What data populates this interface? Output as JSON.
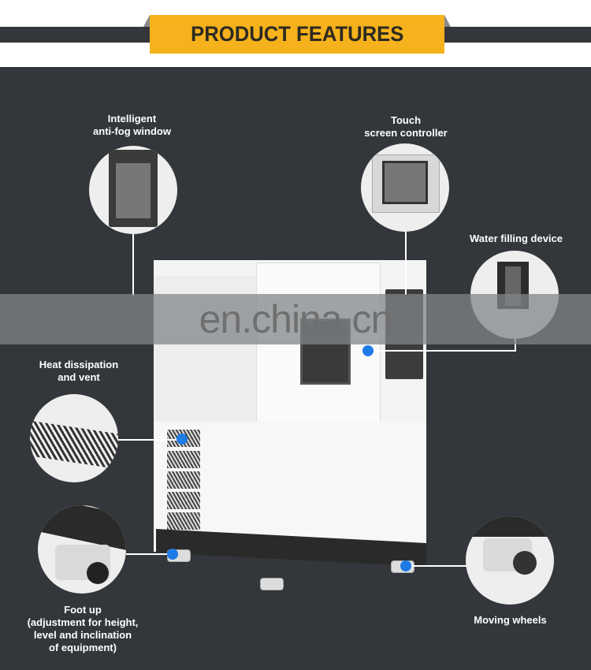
{
  "header": {
    "title": "PRODUCT FEATURES",
    "accent_color": "#f6b21c",
    "bar_color": "#33363a"
  },
  "watermark": {
    "text": "en.china.cn"
  },
  "features": [
    {
      "id": "anti-fog-window",
      "label_lines": [
        "Intelligent",
        "anti-fog window"
      ]
    },
    {
      "id": "touch-screen",
      "label_lines": [
        "Touch",
        "screen controller"
      ]
    },
    {
      "id": "water-filling",
      "label_lines": [
        "Water filling device"
      ]
    },
    {
      "id": "heat-dissipation",
      "label_lines": [
        "Heat dissipation",
        "and vent"
      ]
    },
    {
      "id": "foot-up",
      "label_lines": [
        "Foot up",
        "(adjustment for height,",
        "level and inclination",
        "of equipment)"
      ]
    },
    {
      "id": "moving-wheels",
      "label_lines": [
        "Moving wheels"
      ]
    }
  ],
  "marker_color": "#1e7be6"
}
